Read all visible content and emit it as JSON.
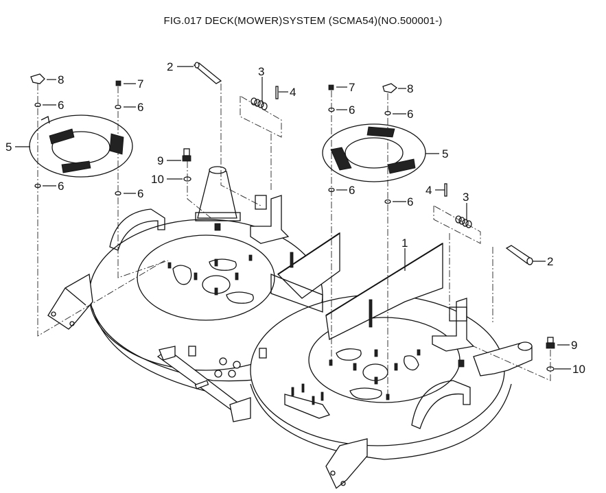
{
  "title": "FIG.017  DECK(MOWER)SYSTEM (SCMA54)(NO.500001-)",
  "callouts": [
    {
      "id": "c1",
      "label": "1"
    },
    {
      "id": "c2a",
      "label": "2"
    },
    {
      "id": "c2b",
      "label": "2"
    },
    {
      "id": "c3a",
      "label": "3"
    },
    {
      "id": "c3b",
      "label": "3"
    },
    {
      "id": "c4a",
      "label": "4"
    },
    {
      "id": "c4b",
      "label": "4"
    },
    {
      "id": "c5a",
      "label": "5"
    },
    {
      "id": "c5b",
      "label": "5"
    },
    {
      "id": "c6a",
      "label": "6"
    },
    {
      "id": "c6b",
      "label": "6"
    },
    {
      "id": "c6c",
      "label": "6"
    },
    {
      "id": "c6d",
      "label": "6"
    },
    {
      "id": "c6e",
      "label": "6"
    },
    {
      "id": "c6f",
      "label": "6"
    },
    {
      "id": "c6g",
      "label": "6"
    },
    {
      "id": "c6h",
      "label": "6"
    },
    {
      "id": "c7a",
      "label": "7"
    },
    {
      "id": "c7b",
      "label": "7"
    },
    {
      "id": "c8a",
      "label": "8"
    },
    {
      "id": "c8b",
      "label": "8"
    },
    {
      "id": "c9a",
      "label": "9"
    },
    {
      "id": "c9b",
      "label": "9"
    },
    {
      "id": "c10a",
      "label": "10"
    },
    {
      "id": "c10b",
      "label": "10"
    }
  ],
  "parts": [
    {
      "ref": "1",
      "name": "deck"
    },
    {
      "ref": "2",
      "name": "pin"
    },
    {
      "ref": "3",
      "name": "spring"
    },
    {
      "ref": "4",
      "name": "spring-pin"
    },
    {
      "ref": "5",
      "name": "spindle-cover-plate"
    },
    {
      "ref": "6",
      "name": "washer"
    },
    {
      "ref": "7",
      "name": "nut"
    },
    {
      "ref": "8",
      "name": "knob"
    },
    {
      "ref": "9",
      "name": "grease-nipple"
    },
    {
      "ref": "10",
      "name": "o-ring"
    }
  ]
}
